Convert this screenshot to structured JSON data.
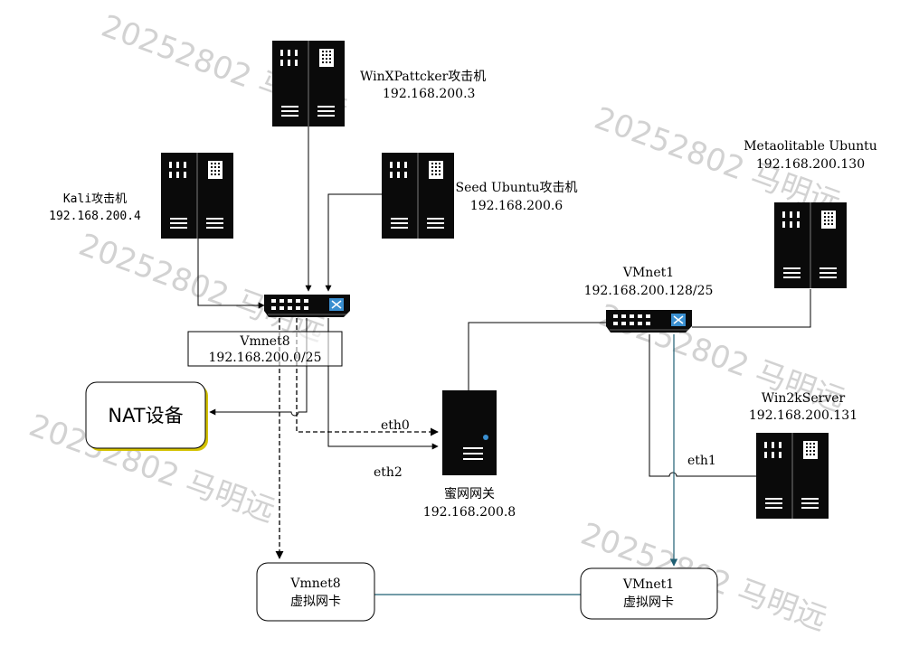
{
  "watermark": {
    "items": [
      {
        "id": "wm1",
        "text": "20252802 马明远"
      },
      {
        "id": "wm2",
        "text": "20252802 马明远"
      },
      {
        "id": "wm3",
        "text": "20252802 马明远"
      },
      {
        "id": "wm4",
        "text": "20252802 马明远"
      },
      {
        "id": "wm5",
        "text": "20252802 马明远"
      },
      {
        "id": "wm6",
        "text": "20252802 马明远"
      }
    ]
  },
  "nodes": {
    "winxp": {
      "name": "WinXPattcker攻击机",
      "ip": "192.168.200.3"
    },
    "kali": {
      "name": "Kali攻击机",
      "ip": "192.168.200.4"
    },
    "seed": {
      "name": "Seed Ubuntu攻击机",
      "ip": "192.168.200.6"
    },
    "metasploitable": {
      "name": "Metaolitable Ubuntu",
      "ip": "192.168.200.130"
    },
    "vmnet1_switch": {
      "name": "VMnet1",
      "ip": "192.168.200.128/25"
    },
    "vmnet8_switch": {
      "name": "Vmnet8",
      "ip": "192.168.200.0/25"
    },
    "nat": {
      "name": "NAT设备"
    },
    "honeywall": {
      "name": "蜜网网关",
      "ip": "192.168.200.8"
    },
    "win2k": {
      "name": "Win2kServer",
      "ip": "192.168.200.131"
    },
    "vmnet8_nic": {
      "name": "Vmnet8",
      "sub": "虚拟网卡"
    },
    "vmnet1_nic": {
      "name": "VMnet1",
      "sub": "虚拟网卡"
    }
  },
  "links": {
    "eth0": "eth0",
    "eth1": "eth1",
    "eth2": "eth2"
  },
  "colors": {
    "device_fill": "#0a0a0a",
    "device_accent": "#3a8fd0",
    "teal_link": "#1f5f73",
    "nat_shadow": "#d4c200",
    "watermark": "#d2d2d2"
  }
}
